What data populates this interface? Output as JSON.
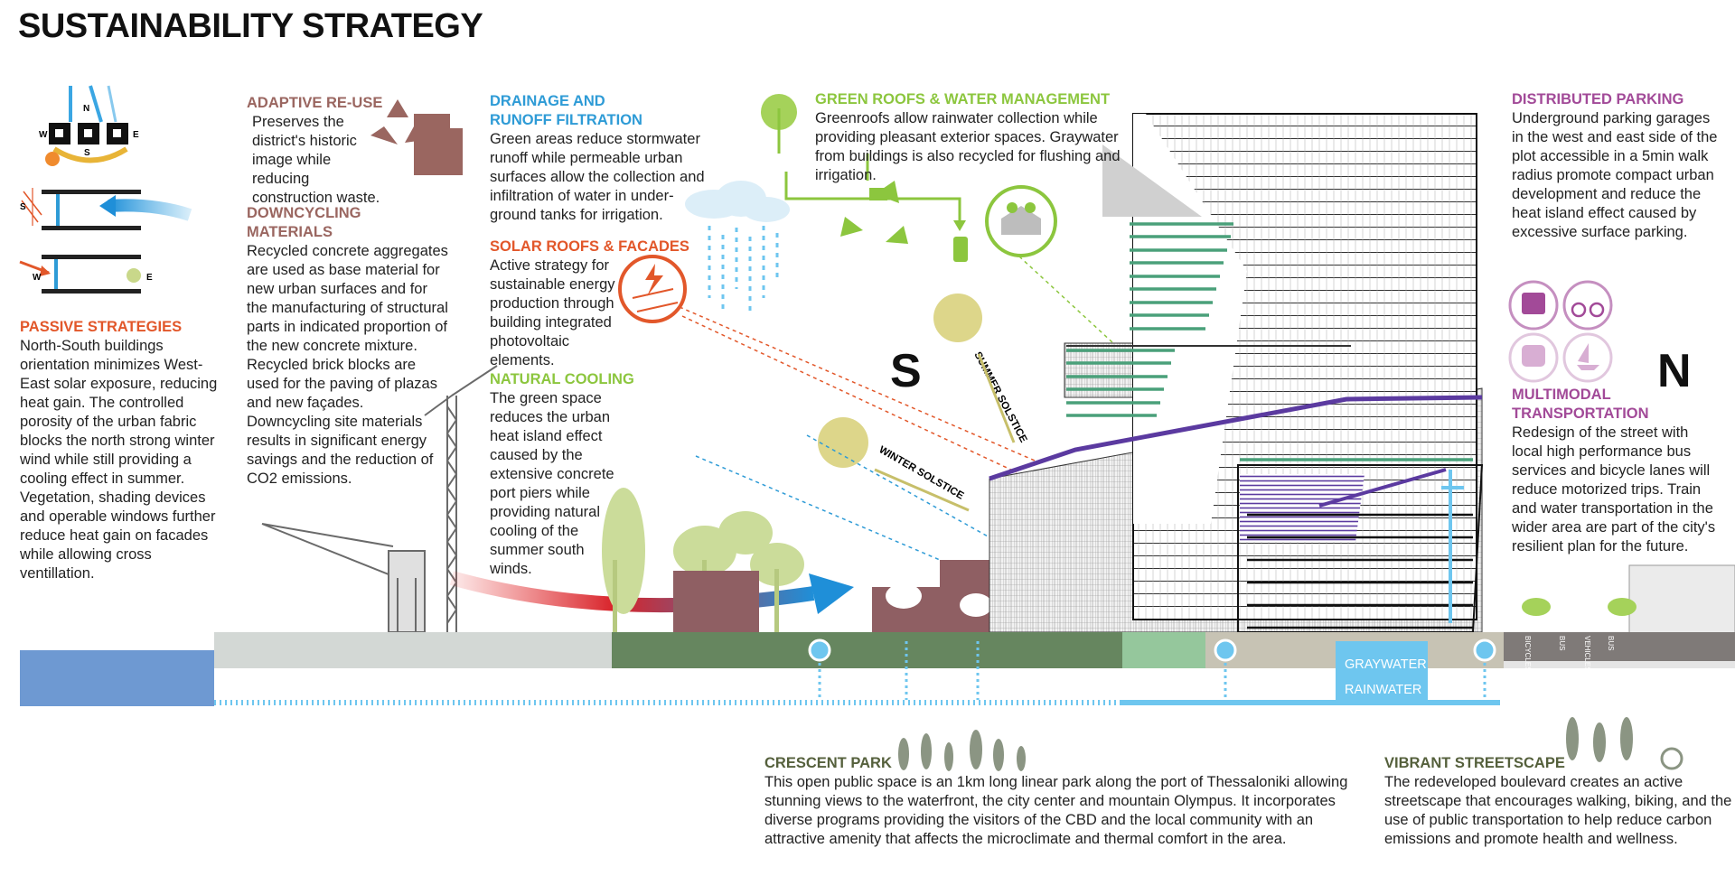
{
  "title": "SUSTAINABILITY STRATEGY",
  "colors": {
    "passive": "#e2572a",
    "materials": "#9a6660",
    "drainage": "#2e9bd6",
    "green": "#8cc63e",
    "parking": "#a24a98",
    "park": "#55603c",
    "water": "#6ec6ef",
    "building_purple": "#5b3aa0",
    "building_green": "#4aa07a"
  },
  "passive": {
    "heading": "PASSIVE STRATEGIES",
    "body": "North-South buildings orientation minimizes West-East solar exposure, reducing heat gain. The controlled porosity of the urban fabric blocks the north strong winter wind while still providing a cooling effect in summer. Vegetation, shading devices and operable windows further reduce heat gain on facades while allowing cross ventillation."
  },
  "compass": {
    "n": "N",
    "s": "S",
    "e": "E",
    "w": "W"
  },
  "adaptive": {
    "heading": "ADAPTIVE RE-USE",
    "body": "Preserves the district's historic image while reducing construction waste."
  },
  "downcycling": {
    "heading": "DOWNCYCLING MATERIALS",
    "body": "Recycled concrete aggregates are used as base material for new urban surfaces and for the manufacturing of structural parts in indicated proportion of the new concrete mixture. Recycled brick blocks are used for the paving of plazas and new façades. Downcycling site materials results in significant energy savings and the reduction of CO2 emissions."
  },
  "drainage": {
    "heading_line1": "DRAINAGE AND",
    "heading_line2": "RUNOFF FILTRATION",
    "body": "Green areas reduce stormwater runoff while permeable urban surfaces allow the collection and infiltration of water in under-ground tanks for irrigation."
  },
  "solar": {
    "heading": "SOLAR ROOFS & FACADES",
    "body": "Active strategy for sustainable energy production through building integrated photovoltaic elements."
  },
  "cooling": {
    "heading": "NATURAL COOLING",
    "body": "The green space reduces the urban heat island effect caused by the extensive concrete port piers while providing natural cooling of the summer south winds."
  },
  "greenroofs": {
    "heading": "GREEN ROOFS & WATER MANAGEMENT",
    "body": "Greenroofs allow rainwater collection while providing pleasant exterior spaces. Graywater from buildings is also recycled for flushing and irrigation."
  },
  "parking": {
    "heading": "DISTRIBUTED PARKING",
    "body": "Underground parking garages in the west and east side of the plot accessible in a 5min walk radius promote compact urban development and reduce the heat island effect caused by excessive surface parking."
  },
  "multimodal": {
    "heading_line1": "MULTIMODAL",
    "heading_line2": "TRANSPORTATION",
    "body": "Redesign of the street with local high performance bus services and bicycle lanes will reduce motorized trips. Train and water transportation in the wider area are part of the city's resilient plan for the future."
  },
  "park": {
    "heading": "CRESCENT PARK",
    "body": "This open public space is an 1km long linear park along the port of Thessaloniki allowing stunning views to the waterfront, the city center and mountain Olympus. It incorporates diverse programs providing the visitors of the CBD and the local community with an attractive amenity that affects the microclimate and thermal comfort in the area."
  },
  "streetscape": {
    "heading": "VIBRANT STREETSCAPE",
    "body": "The redeveloped boulevard creates an active streetscape that encourages walking, biking, and the use of public transportation to help reduce carbon emissions and promote health and wellness."
  },
  "section": {
    "big_s": "S",
    "big_n": "N",
    "summer": "SUMMER SOLSTICE",
    "winter": "WINTER SOLSTICE",
    "graywater": "GRAYWATER",
    "rainwater": "RAINWATER",
    "lanes": [
      "BICYCLES",
      "BUS",
      "VEHICLES",
      "BUS"
    ]
  },
  "icons": [
    "recycle-icon",
    "building-icon",
    "rain-cloud-icon",
    "solar-panel-icon",
    "tree-icon",
    "water-recycle-icon",
    "toilet-icon",
    "greenroof-house-icon",
    "bus-icon",
    "bicycle-icon",
    "train-icon",
    "boat-icon",
    "crane-icon",
    "people-icon"
  ]
}
